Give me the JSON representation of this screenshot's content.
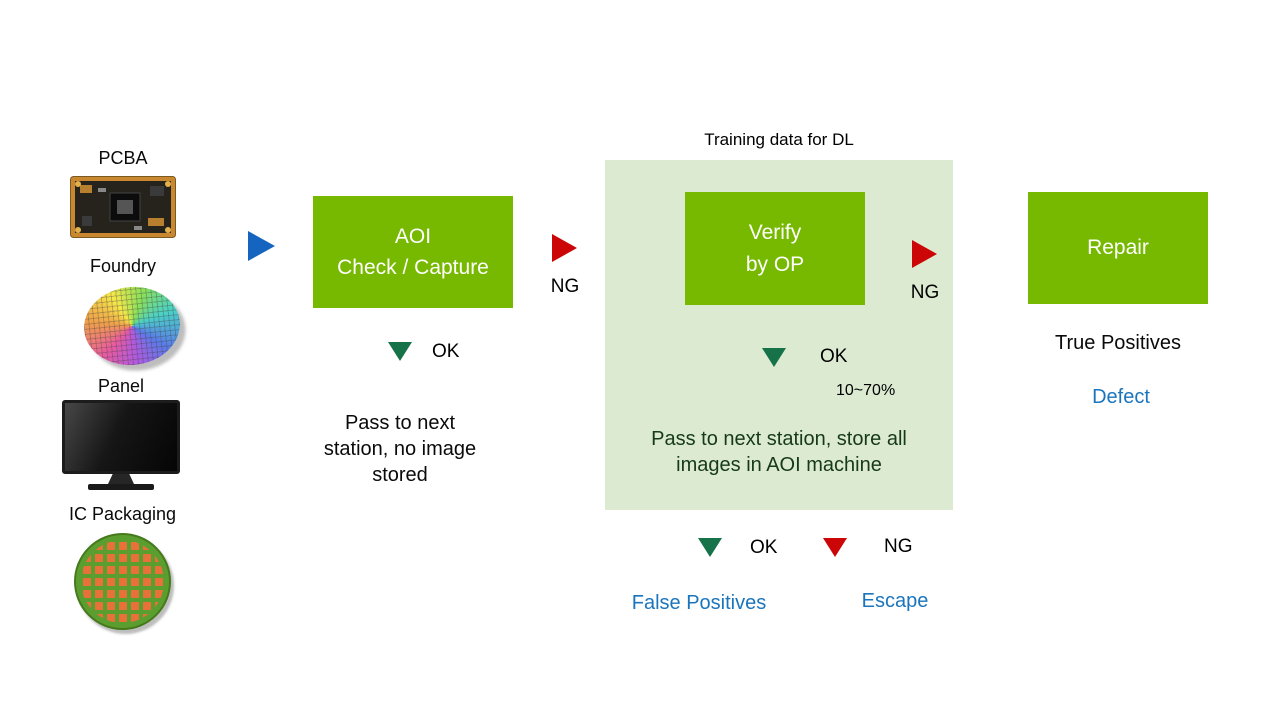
{
  "accent_colors": {
    "box_green": "#76b900",
    "panel_light_green": "#dcead2",
    "arrow_blue": "#1565c0",
    "arrow_red": "#cc0606",
    "arrow_dark_green": "#157249",
    "link_blue": "#1b75bc",
    "pass_text_green": "#16391a"
  },
  "inputs": {
    "items": [
      {
        "label": "PCBA",
        "icon": "pcb-board"
      },
      {
        "label": "Foundry",
        "icon": "silicon-wafer"
      },
      {
        "label": "Panel",
        "icon": "display-monitor"
      },
      {
        "label": "IC Packaging",
        "icon": "ic-die-wafer"
      }
    ]
  },
  "training_note": "Training data for DL",
  "aoi": {
    "title_line1": "AOI",
    "title_line2": "Check / Capture",
    "ng_label": "NG",
    "ok_label": "OK",
    "pass_text": "Pass to next station, no image stored"
  },
  "verify": {
    "title_line1": "Verify",
    "title_line2": "by OP",
    "ng_label": "NG",
    "ok_label": "OK",
    "ok_rate": "10~70%",
    "pass_text": "Pass to next station, store all images in AOI machine"
  },
  "repair": {
    "title": "Repair",
    "result_label": "True Positives",
    "category_label": "Defect"
  },
  "outcomes": {
    "ok_label": "OK",
    "ng_label": "NG",
    "false_positives_label": "False Positives",
    "escape_label": "Escape"
  }
}
